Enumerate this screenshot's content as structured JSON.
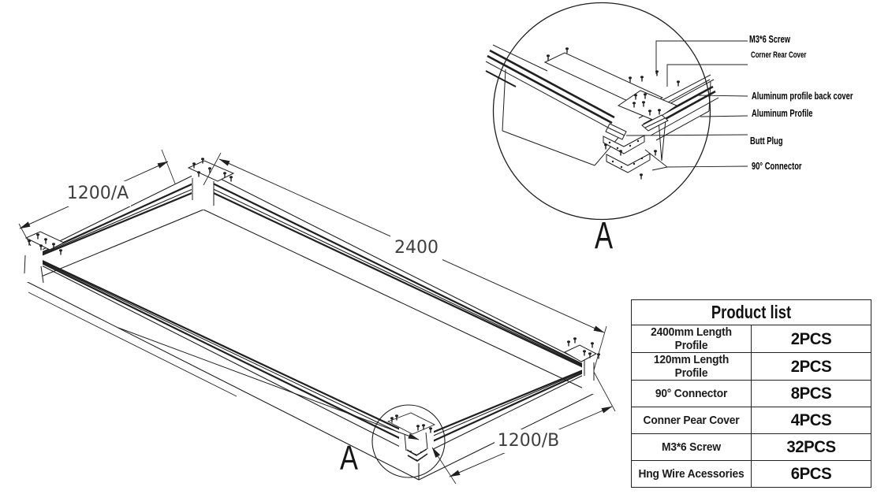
{
  "page": {
    "background": "#ffffff",
    "line_color": "#1f1f1f"
  },
  "main_view": {
    "dim_top_left": "1200/A",
    "dim_length": "2400",
    "dim_bottom_right": "1200/B",
    "detail_marker": "A"
  },
  "detail_view": {
    "marker": "A",
    "callouts": {
      "0": "M3*6 Screw",
      "1": "Corner Rear Cover",
      "2": "Aluminum profile back cover",
      "3": "Aluminum Profile",
      "4": "Butt Plug",
      "5": "90° Connector"
    }
  },
  "product_table": {
    "title": "Product list",
    "rows": [
      {
        "item": "2400mm Length Profile",
        "qty": "2PCS"
      },
      {
        "item": "120mm Length Profile",
        "qty": "2PCS"
      },
      {
        "item": "90° Connector",
        "qty": "8PCS"
      },
      {
        "item": "Conner Pear Cover",
        "qty": "4PCS"
      },
      {
        "item": "M3*6 Screw",
        "qty": "32PCS"
      },
      {
        "item": "Hng Wire Acessories",
        "qty": "6PCS"
      }
    ]
  }
}
